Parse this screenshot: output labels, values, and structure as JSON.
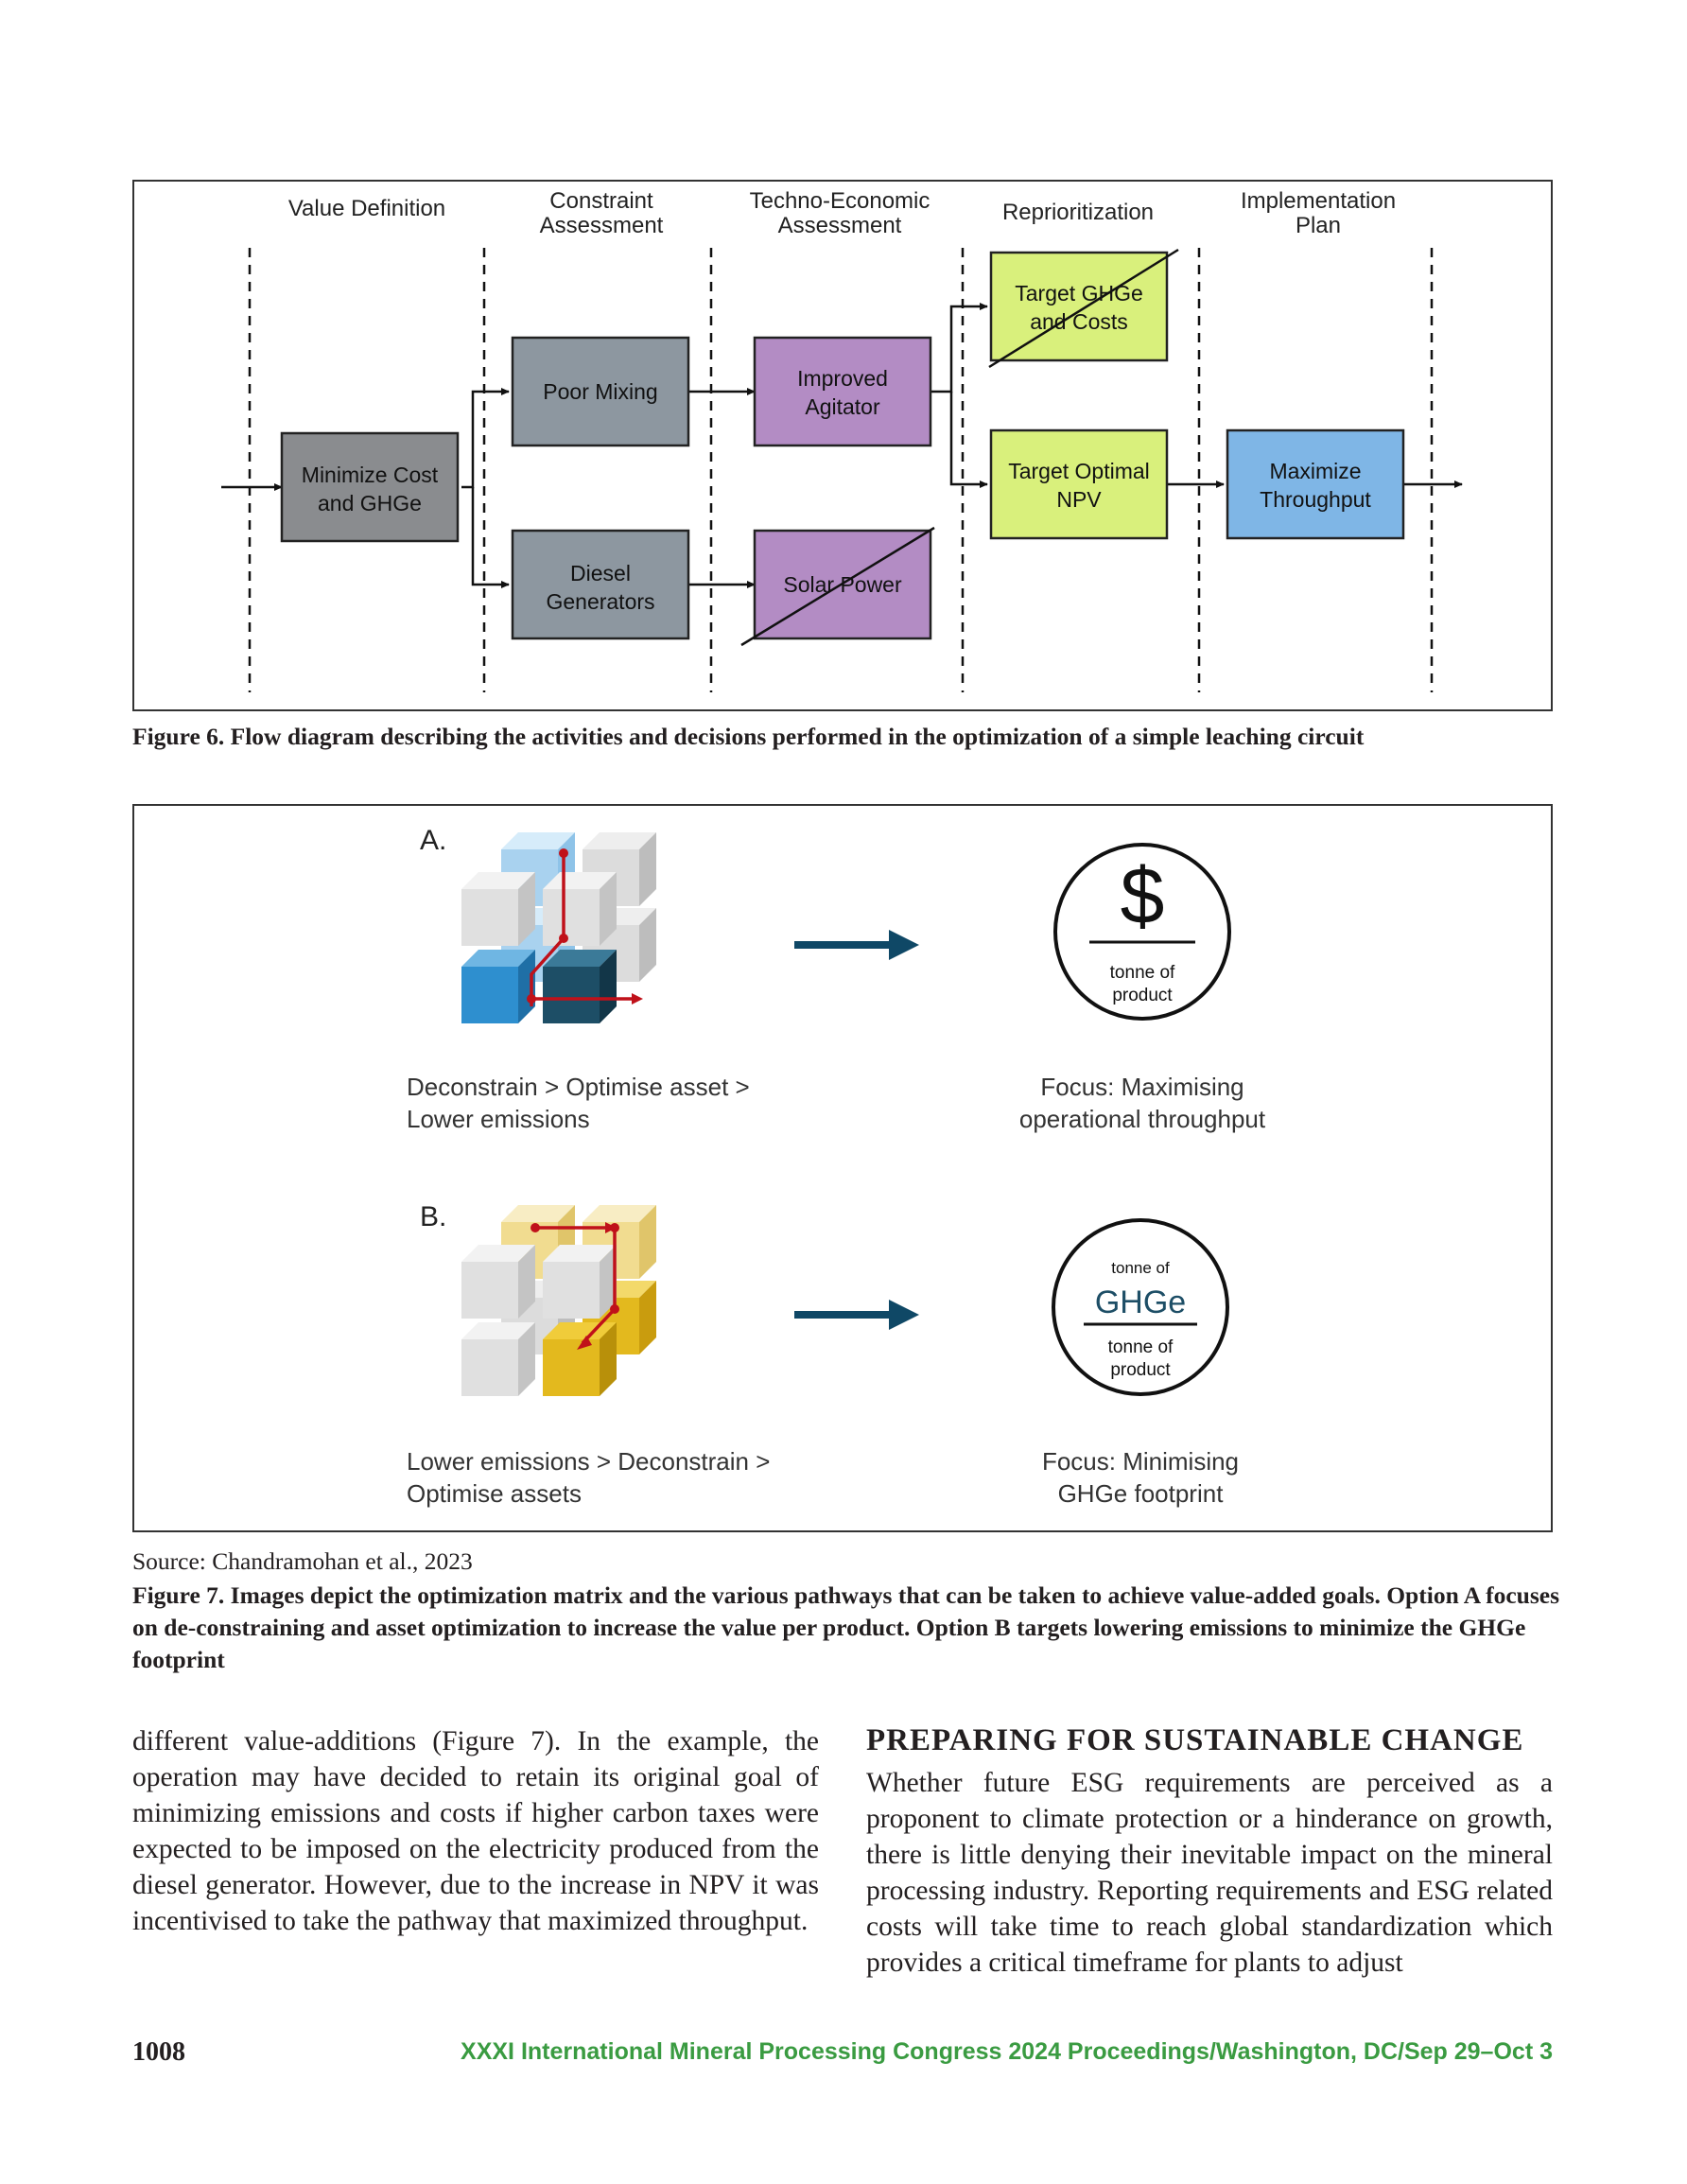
{
  "figure6": {
    "stages": [
      "Value Definition",
      "Constraint\nAssessment",
      "Techno-Economic\nAssessment",
      "Reprioritization",
      "Implementation\nPlan"
    ],
    "boxes": {
      "minimize": "Minimize Cost\nand GHGe",
      "poor_mixing": "Poor Mixing",
      "diesel": "Diesel\nGenerators",
      "improved": "Improved\nAgitator",
      "solar": "Solar Power",
      "target_ghge": "Target GHGe\nand Costs",
      "target_npv": "Target Optimal\nNPV",
      "throughput": "Maximize\nThroughput"
    },
    "colors": {
      "gray": "#8a8c8f",
      "slate": "#8d97a0",
      "purple": "#b38cc4",
      "lime": "#d9f07c",
      "blue": "#7fb6e6"
    },
    "caption": "Figure 6. Flow diagram describing the activities and decisions performed in the optimization of a simple leaching circuit"
  },
  "figure7": {
    "panel_a": {
      "letter": "A.",
      "label": "Deconstrain > Optimise asset >\nLower emissions",
      "focus": "Focus: Maximising\noperational throughput",
      "circle_symbol": "$",
      "circle_sub": "tonne of\nproduct"
    },
    "panel_b": {
      "letter": "B.",
      "label": "Lower emissions > Deconstrain >\nOptimise assets",
      "focus": "Focus: Minimising\nGHGe footprint",
      "circle_top": "tonne of",
      "circle_symbol": "GHGe",
      "circle_sub": "tonne of\nproduct"
    },
    "colors": {
      "arrow": "#0f4866",
      "path": "#c0111a",
      "blue_light": "#a9d2ef",
      "blue_mid": "#2e8fcf",
      "blue_dark": "#1d4e66",
      "yellow_light": "#f1dc90",
      "yellow": "#e3b91e"
    },
    "source": "Source: Chandramohan et al., 2023",
    "caption": "Figure 7. Images depict the optimization matrix and the various pathways that can be taken to achieve value-added goals. Option A focuses on de-constraining and asset optimization to increase the value per product. Option B targets lowering emissions to minimize the GHGe footprint"
  },
  "body": {
    "left_paragraph": "different value-additions (Figure 7). In the example, the operation may have decided to retain its original goal of minimizing emissions and costs if higher carbon taxes were expected to be imposed on the electricity produced from the diesel generator. However, due to the increase in NPV it was incentivised to take the pathway that maximized throughput.",
    "section_heading": "PREPARING FOR SUSTAINABLE CHANGE",
    "right_paragraph": "Whether future ESG requirements are perceived as a proponent to climate protection or a hinderance on growth, there is little denying their inevitable impact on the mineral processing industry. Reporting requirements and ESG related costs will take time to reach global standardization which provides a critical timeframe for plants to adjust"
  },
  "footer": {
    "page_number": "1008",
    "conference": "XXXI International Mineral Processing Congress 2024 Proceedings/Washington, DC/Sep 29–Oct 3"
  }
}
